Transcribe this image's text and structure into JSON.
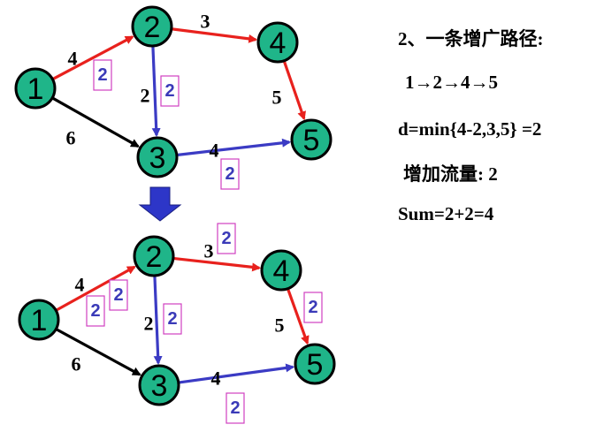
{
  "colors": {
    "node_fill": "#1fb589",
    "augment_edge": "#e8211d",
    "flow_edge": "#3b3bc4",
    "plain_edge": "#000000",
    "down_arrow": "#2d36c8",
    "flow_box_border": "#d040c0",
    "flow_text": "#3a3ab8"
  },
  "diagram": {
    "nodes": [
      {
        "id": "1",
        "label": "1"
      },
      {
        "id": "2",
        "label": "2"
      },
      {
        "id": "3",
        "label": "3"
      },
      {
        "id": "4",
        "label": "4"
      },
      {
        "id": "5",
        "label": "5"
      }
    ],
    "before": {
      "edges": [
        {
          "from": "1",
          "to": "2",
          "capacity": "4",
          "flow": "2",
          "color": "augment_edge"
        },
        {
          "from": "2",
          "to": "4",
          "capacity": "3",
          "flow": null,
          "color": "augment_edge"
        },
        {
          "from": "4",
          "to": "5",
          "capacity": "5",
          "flow": null,
          "color": "augment_edge"
        },
        {
          "from": "2",
          "to": "3",
          "capacity": "2",
          "flow": "2",
          "color": "flow_edge"
        },
        {
          "from": "1",
          "to": "3",
          "capacity": "6",
          "flow": null,
          "color": "plain_edge"
        },
        {
          "from": "3",
          "to": "5",
          "capacity": "4",
          "flow": "2",
          "color": "flow_edge"
        }
      ]
    },
    "after": {
      "edges": [
        {
          "from": "1",
          "to": "2",
          "capacity": "4",
          "flows": [
            "2",
            "2"
          ],
          "color": "augment_edge"
        },
        {
          "from": "2",
          "to": "4",
          "capacity": "3",
          "flows": [
            "2"
          ],
          "color": "augment_edge"
        },
        {
          "from": "4",
          "to": "5",
          "capacity": "5",
          "flows": [
            "2"
          ],
          "color": "augment_edge"
        },
        {
          "from": "2",
          "to": "3",
          "capacity": "2",
          "flows": [
            "2"
          ],
          "color": "flow_edge"
        },
        {
          "from": "1",
          "to": "3",
          "capacity": "6",
          "flows": [],
          "color": "plain_edge"
        },
        {
          "from": "3",
          "to": "5",
          "capacity": "4",
          "flows": [
            "2"
          ],
          "color": "flow_edge"
        }
      ]
    }
  },
  "info": {
    "heading": "2、一条增广路径:",
    "path": "1→2→4→5",
    "d_formula": "d=min{4-2,3,5} =2",
    "increase": "增加流量: 2",
    "sum": "Sum=2+2=4"
  }
}
